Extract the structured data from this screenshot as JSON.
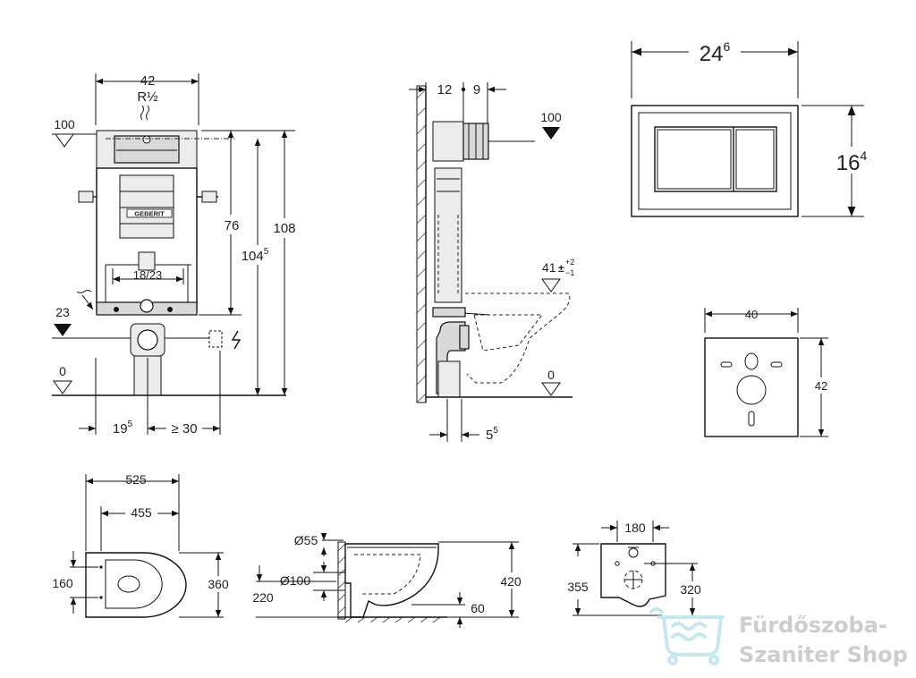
{
  "frame": {
    "width": "42",
    "connection": "R½",
    "level_top": "100",
    "level_mid": "23",
    "level_floor": "0",
    "h76": "76",
    "h104_base": "104",
    "h104_sup": "5",
    "h108": "108",
    "spacing": "18/23",
    "left_base": "19",
    "left_sup": "5",
    "right_gap": "≥ 30",
    "brand": "GEBERIT"
  },
  "side": {
    "d12": "12",
    "d9": "9",
    "level_top": "100",
    "bowl_height": "41",
    "tol_plus": "+2",
    "tol_minus": "−1",
    "level_floor": "0",
    "bottom_base": "5",
    "bottom_sup": "5"
  },
  "plate": {
    "width_base": "24",
    "width_sup": "6",
    "height_base": "16",
    "height_sup": "4"
  },
  "pad": {
    "width": "40",
    "height": "42"
  },
  "toilet_top": {
    "length": "525",
    "fixing": "455",
    "hole_spacing": "160",
    "width": "360"
  },
  "toilet_side": {
    "d_outlet": "Ø55",
    "d_drain": "Ø100",
    "h220": "220",
    "h420": "420",
    "h60": "60"
  },
  "toilet_back": {
    "w180": "180",
    "h355": "355",
    "h320": "320"
  },
  "watermark": {
    "line1": "Fürdőszoba-",
    "line2": "Szaniter Shop",
    "icon": "bathtub-icon"
  }
}
